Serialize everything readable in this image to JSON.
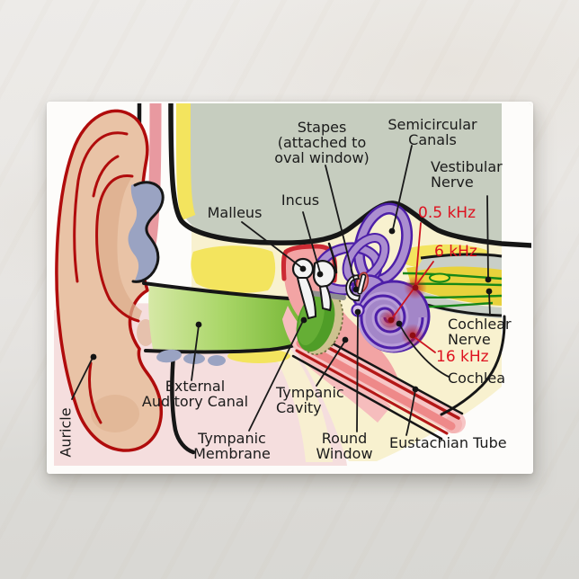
{
  "scene": {
    "description": "postcard with human ear anatomy diagram lying on a marble surface"
  },
  "diagram": {
    "labels": {
      "stapes": "Stapes\n(attached to\noval window)",
      "semicircular_canals": "Semicircular\nCanals",
      "vestibular_nerve": "Vestibular\nNerve",
      "malleus": "Malleus",
      "incus": "Incus",
      "cochlear_nerve": "Cochlear\nNerve",
      "cochlea": "Cochlea",
      "external_auditory_canal": "External\nAuditory Canal",
      "tympanic_cavity": "Tympanic\nCavity",
      "tympanic_membrane": "Tympanic\nMembrane",
      "round_window": "Round\nWindow",
      "eustachian_tube": "Eustachian Tube",
      "auricle": "Auricle"
    },
    "frequency_markers": {
      "f500": "0.5 kHz",
      "f6k": "6 kHz",
      "f16k": "16 kHz"
    },
    "colors": {
      "label_text": "#1b1b1b",
      "frequency_text": "#de1220",
      "outline_black": "#161616",
      "ear_outline_red": "#b00c0c",
      "skin": "#e9c3a6",
      "temporal_region_sage": "#c6cdbf",
      "skull_cream": "#f8f1cf",
      "bone_yellow": "#f3e45e",
      "soft_tissue_pink": "#f5dede",
      "canal_green": "#8dc94e",
      "membrane_green": "#4f9d27",
      "labyrinth_purple": "#a386c8",
      "labyrinth_outline": "#4d1fa8",
      "cavity_red": "#cc2a33",
      "nerve_green": "#178717",
      "eustachian_red": "#b41818",
      "cartilage_blue": "#9aa3c2"
    }
  }
}
